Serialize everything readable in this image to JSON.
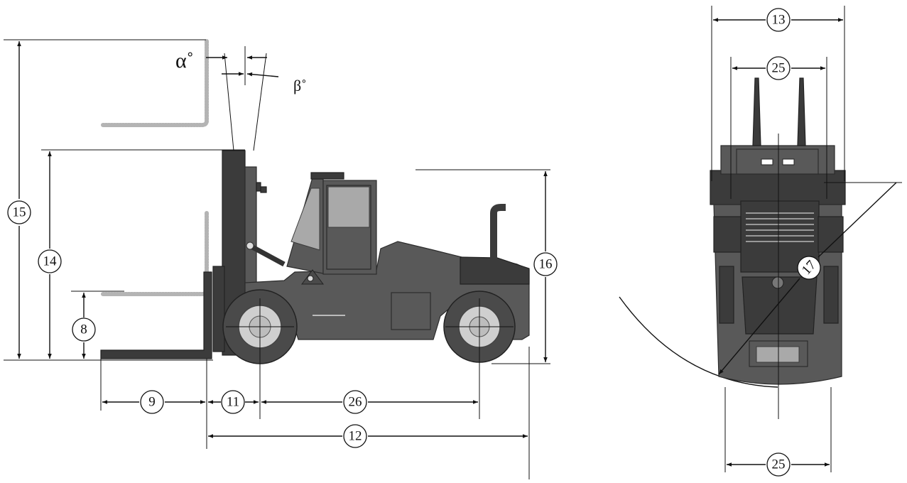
{
  "side_view": {
    "labels": {
      "alpha": "α˚",
      "beta": "β˚",
      "c15": "15",
      "c14": "14",
      "c8": "8",
      "c9": "9",
      "c11": "11",
      "c26": "26",
      "c12": "12",
      "c16": "16"
    }
  },
  "front_view": {
    "labels": {
      "c13": "13",
      "c25_top": "25",
      "c17": "17",
      "c25_bottom": "25"
    }
  },
  "colors": {
    "body": "#595959",
    "dark": "#3b3b3b",
    "glass": "#a9a9a9",
    "ghost_fork": "#b4b4b4"
  }
}
